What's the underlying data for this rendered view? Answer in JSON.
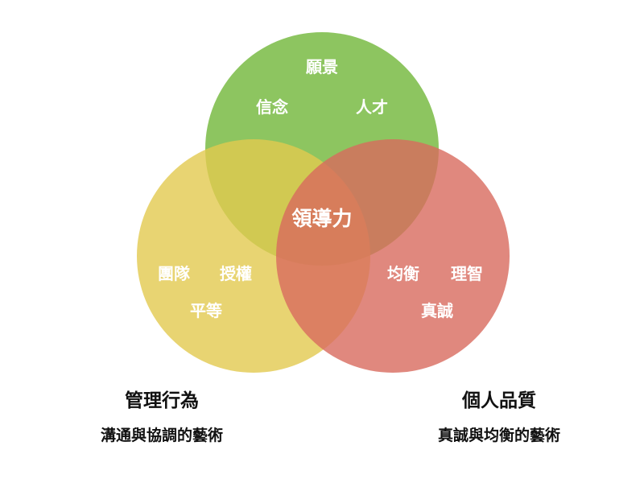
{
  "circles": {
    "vision": {
      "labels": [
        "願景",
        "信念",
        "人才"
      ],
      "color": "#7dbd4a"
    },
    "management": {
      "labels": [
        "團隊",
        "授權",
        "平等"
      ],
      "color": "#e2c94f"
    },
    "personal": {
      "labels": [
        "均衡",
        "理智",
        "真誠"
      ],
      "color": "#d86a5e"
    }
  },
  "center_label": "領導力",
  "captions": {
    "left": {
      "title": "管理行為",
      "subtitle": "溝通與協調的藝術"
    },
    "right": {
      "title": "個人品質",
      "subtitle": "真誠與均衡的藝術"
    }
  }
}
